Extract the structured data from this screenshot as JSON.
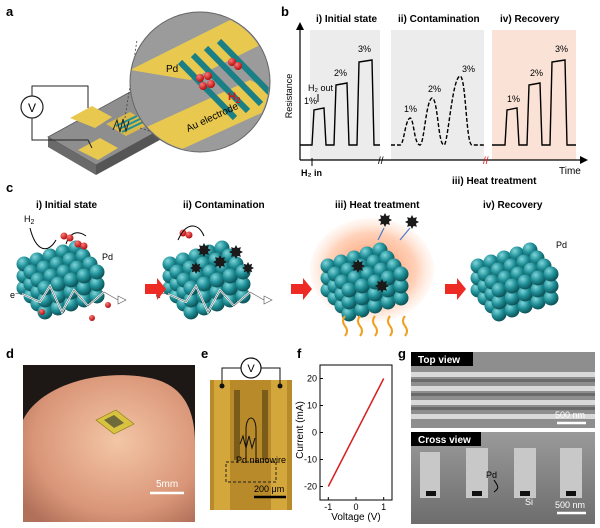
{
  "panels": {
    "a": {
      "letter": "a",
      "voltmeter": "V",
      "pd": "Pd",
      "h2": "H",
      "h2_sub": "2",
      "electrode": "Au electrode"
    },
    "b": {
      "letter": "b",
      "sections": [
        "i) Initial state",
        "ii) Contamination",
        "iv) Recovery"
      ],
      "heat": "iii) Heat treatment",
      "ylabel": "Resistance",
      "xlabel": "Time",
      "h2_out": "H₂ out",
      "h2_in": "H₂ in",
      "pct": [
        "1%",
        "2%",
        "3%"
      ]
    },
    "c": {
      "letter": "c",
      "titles": [
        "i) Initial state",
        "ii) Contamination",
        "iii) Heat treatment",
        "iv) Recovery"
      ],
      "h2": "H",
      "h2_sub": "2",
      "pd": "Pd",
      "electron": "e⁻"
    },
    "d": {
      "letter": "d",
      "scale": "5mm"
    },
    "e": {
      "letter": "e",
      "voltmeter": "V",
      "wire": "Pd nanowire",
      "scale": "200 μm"
    },
    "f": {
      "letter": "f",
      "xlabel": "Voltage (V)",
      "ylabel": "Current (mA)"
    },
    "g": {
      "letter": "g",
      "top": "Top view",
      "cross": "Cross view",
      "scale1": "500 nm",
      "scale2": "500 nm",
      "pd": "Pd",
      "si": "Si"
    }
  },
  "chart_data": {
    "type": "line",
    "x": [
      -1,
      1
    ],
    "series": [
      {
        "values": [
          -20,
          20
        ],
        "color": "#d62020"
      }
    ],
    "xlabel": "Voltage (V)",
    "ylabel": "Current (mA)",
    "xticks": [
      -1,
      0,
      1
    ],
    "yticks": [
      -20,
      -10,
      0,
      10,
      20
    ],
    "xlim": [
      -1.3,
      1.3
    ],
    "ylim": [
      -25,
      25
    ]
  }
}
